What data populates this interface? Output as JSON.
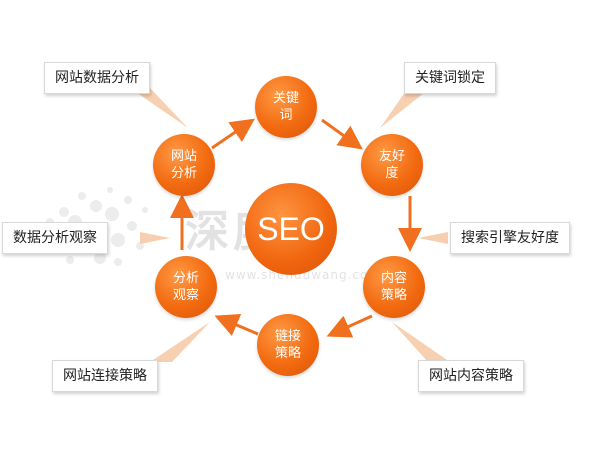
{
  "diagram": {
    "center": "SEO",
    "cycle": [
      {
        "id": "keyword",
        "text": "关键词"
      },
      {
        "id": "friendly",
        "text": "友好度"
      },
      {
        "id": "content",
        "text": "内容策略"
      },
      {
        "id": "link",
        "text": "链接策略"
      },
      {
        "id": "analysis",
        "text": "分析观察"
      },
      {
        "id": "site",
        "text": "网站分析"
      }
    ],
    "callouts": [
      {
        "id": "site-data",
        "text": "网站数据分析"
      },
      {
        "id": "keyword-lock",
        "text": "关键词锁定"
      },
      {
        "id": "data-analysis",
        "text": "数据分析观察"
      },
      {
        "id": "engine-friendly",
        "text": "搜索引擎友好度"
      },
      {
        "id": "link-strategy",
        "text": "网站连接策略"
      },
      {
        "id": "content-strategy",
        "text": "网站内容策略"
      }
    ]
  },
  "watermark": {
    "brand": "深度网",
    "url": "www.shenduwang.com"
  },
  "colors": {
    "node": "#f26a10",
    "arrow": "#f07020",
    "pointer": "#f6c7a3"
  }
}
